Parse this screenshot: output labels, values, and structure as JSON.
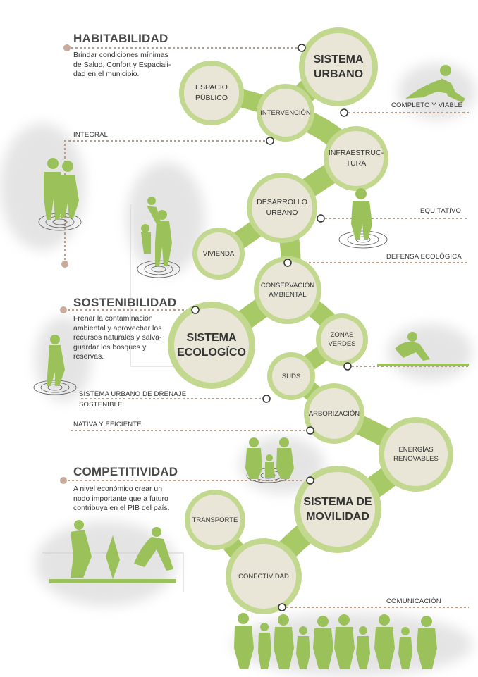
{
  "sections": {
    "habitabilidad": {
      "title": "HABITABILIDAD",
      "description": "Brindar condiciones mínimas\nde Salud, Confort y Espaciali-\ndad en el municipio."
    },
    "sostenibilidad": {
      "title": "SOSTENIBILIDAD",
      "description": "Frenar la contaminación\nambiental y aprovechar los\nrecursos naturales y salva-\nguardar los bosques y\nreservas."
    },
    "competitividad": {
      "title": "COMPETITIVIDAD",
      "description": "A nivel económico crear un\nnodo importante que a futuro\ncontribuya en el PIB del país."
    }
  },
  "nodes": {
    "sistema_urbano": "SISTEMA\nURBANO",
    "espacio_publico": "ESPACIO\nPÚBLICO",
    "intervencion": "INTERVENCIÓN",
    "infraestructura": "INFRAESTRUC-\nTURA",
    "desarrollo_urbano": "DESARROLLO\nURBANO",
    "vivienda": "VIVIENDA",
    "conservacion_ambiental": "CONSERVACIÓN\nAMBIENTAL",
    "sistema_ecologico": "SISTEMA\nECOLOGÍCO",
    "zonas_verdes": "ZONAS\nVERDES",
    "suds": "SUDS",
    "arborizacion": "ARBORIZACIÓN",
    "energias_renovables": "ENERGÍAS\nRENOVABLES",
    "sistema_movilidad": "SISTEMA DE\nMOVILIDAD",
    "transporte": "TRANSPORTE",
    "conectividad": "CONECTIVIDAD"
  },
  "line_labels": {
    "completo_viable": "COMPLETO Y VIABLE",
    "integral": "INTEGRAL",
    "equitativo": "EQUITATIVO",
    "defensa_ecologica": "DEFENSA ECOLÓGICA",
    "sistema_drenaje": "SISTEMA URBANO DE DRENAJE\nSOSTENIBLE",
    "nativa_eficiente": "NATIVA Y EFICIENTE",
    "comunicacion": "COMUNICACIÓN"
  },
  "colors": {
    "node_fill": "#e9e6d8",
    "node_ring": "#c3d88f",
    "connector": "#a7c966",
    "connector_dark": "#8db548",
    "silhouette": "#9bc25a",
    "dashed_line": "#b89c8c",
    "marker_dot": "#c8ab9c",
    "title": "#4a4a4a"
  }
}
